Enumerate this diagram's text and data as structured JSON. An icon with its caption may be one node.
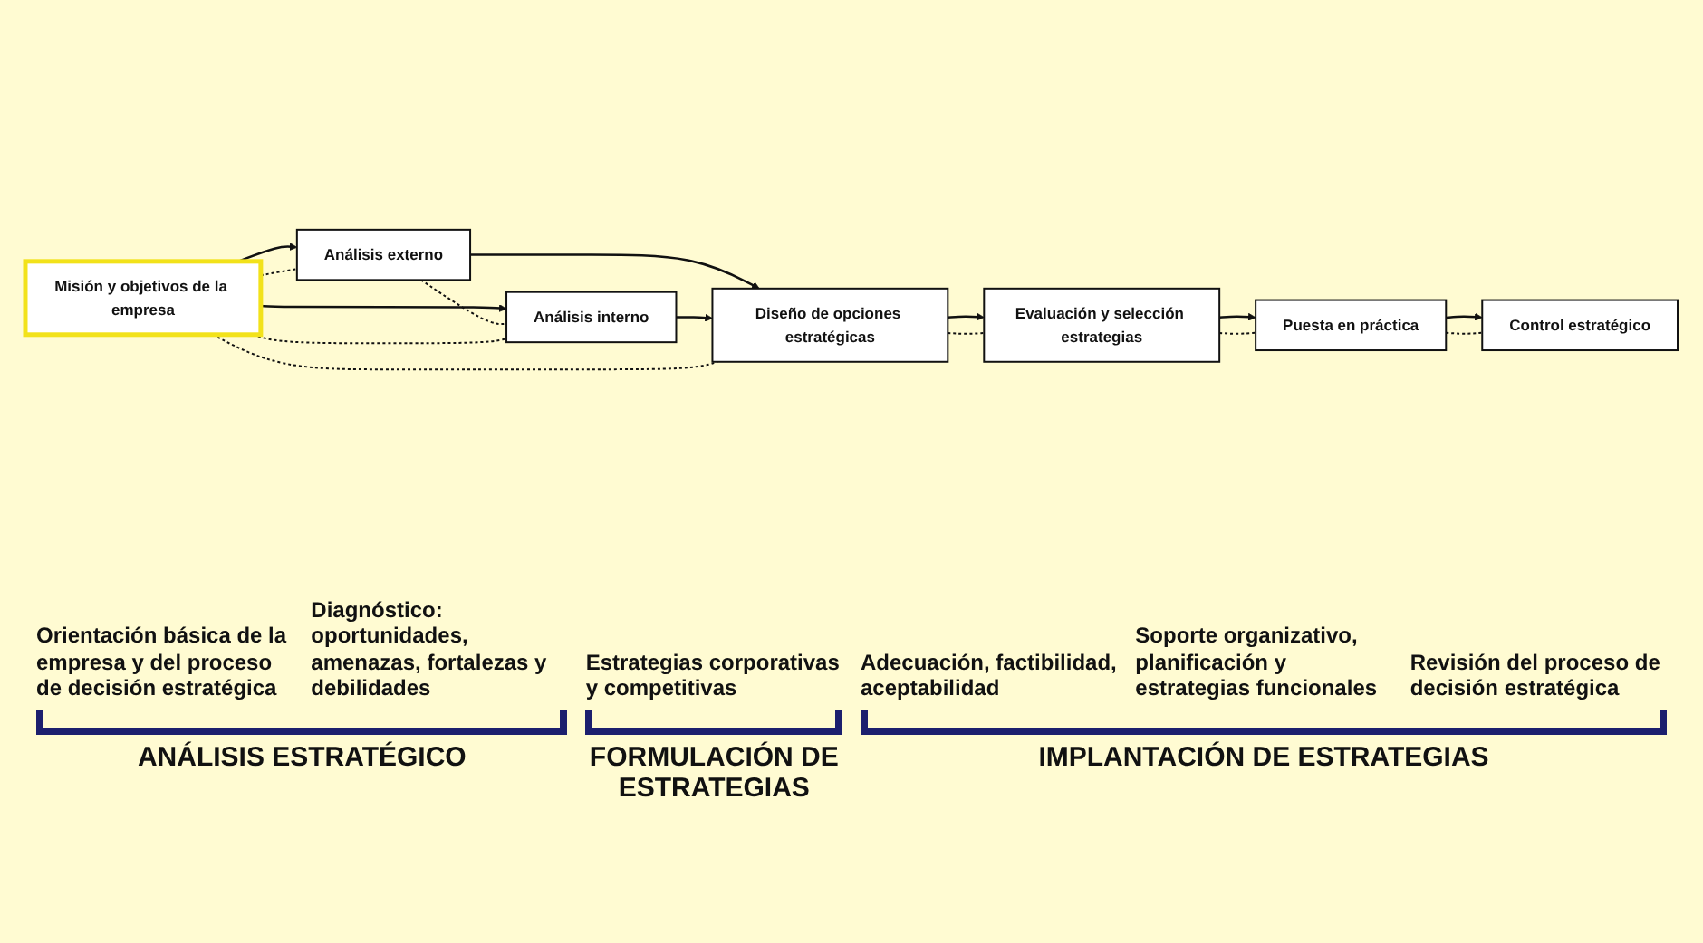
{
  "diagram": {
    "nodes": [
      {
        "text": [
          "Misión y objetivos de la empresa"
        ]
      },
      {
        "text": [
          "Análisis externo"
        ]
      },
      {
        "text": [
          "Análisis interno"
        ]
      },
      {
        "text": [
          "Diseño de opciones estratégicas"
        ]
      },
      {
        "text": [
          "Evaluación y selección estrategias"
        ]
      },
      {
        "text": [
          "Puesta en práctica"
        ]
      },
      {
        "text": [
          "Control estratégico"
        ]
      }
    ],
    "edges": [
      {
        "from": 0,
        "to": 1,
        "arrow": "to"
      },
      {
        "from": 0,
        "to": 2,
        "arrow": "to"
      },
      {
        "from": 1,
        "to": 3,
        "arrow": "to"
      },
      {
        "from": 2,
        "to": 3,
        "arrow": "to"
      },
      {
        "from": 3,
        "to": 4,
        "arrow": "to"
      },
      {
        "from": 4,
        "to": 5,
        "arrow": "to"
      },
      {
        "from": 5,
        "to": 6,
        "arrow": "to"
      },
      {
        "from": 1,
        "to": 2,
        "arrow": "none",
        "style": "dashed"
      },
      {
        "from": 0,
        "to": 1,
        "arrow": "none",
        "style": "dashed"
      },
      {
        "from": 0,
        "to": 2,
        "arrow": "none",
        "style": "dashed"
      },
      {
        "from": 0,
        "to": 3,
        "arrow": "none",
        "style": "dashed"
      },
      {
        "from": 3,
        "to": 4,
        "arrow": "none",
        "style": "dashed"
      },
      {
        "from": 4,
        "to": 5,
        "arrow": "none",
        "style": "dashed"
      },
      {
        "from": 5,
        "to": 6,
        "arrow": "none",
        "style": "dashed"
      }
    ],
    "labels": [
      "Orientación básica de la empresa y del proceso de decisión estratégica",
      "Diagnóstico: oportunidades, amenazas, fortalezas y debilidades",
      "Estrategias corporativas y competitivas",
      "Adecuación, factibilidad, aceptabilidad",
      "Soporte organizativo, planificación y estrategias funcionales",
      "Revisión del proceso de decisión estratégica",
      "ANÁLISIS ESTRATÉGICO",
      "FORMULACIÓN DE ESTRATEGIAS",
      "IMPLANTACIÓN DE ESTRATEGIAS"
    ]
  }
}
